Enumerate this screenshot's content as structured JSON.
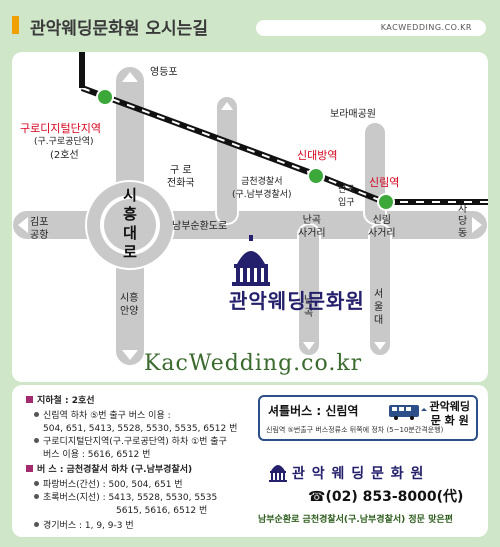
{
  "header": {
    "title": "관악웨딩문화원 오시는길",
    "site": "KACWEDDING.CO.KR"
  },
  "map": {
    "station_line2_west": "구로디지털단지역",
    "station_line2_west_old": "(구.구로공단역)",
    "station_line2_west_line": "(2호선",
    "youngdeungpo": "영등포",
    "boramae": "보라매공원",
    "sindaebang": "신대방역",
    "sillim_station": "신림역",
    "guro_jeonhwaguk": "구 로\n전화국",
    "geumcheon_police": "금천경찰서\n(구.남부경찰서)",
    "nangok_ipgu": "난곡\n입구",
    "sillim_label": "신림\n사거리",
    "nangok_crossroad": "난곡\n사거리",
    "nambusunhwan": "남부순환도로",
    "gimpo": "김포\n공항",
    "sadang": "사당동",
    "siheung_anyang": "시흥\n안양",
    "nangok_v": "난곡",
    "seoul_univ": "서울대",
    "siheung_daero": "시흥대로",
    "hall_name": "관악웨딩문화원",
    "site_url": "KacWedding.co.kr"
  },
  "info": {
    "subway_title": "지하철 : 2호선",
    "subway_1": "신림역 하차 ⑤번 출구  버스 이용 :",
    "subway_1_buses": "504, 651, 5413, 5528, 5530, 5535, 6512 번",
    "subway_2": "구로디지털단지역(구.구로공단역) 하차 ①번 출구",
    "subway_2_buses": "버스 이용 : 5616, 6512 번",
    "bus_title": "버    스 : 금천경찰서 하차 (구.남부경찰서)",
    "bus_blue": "파랑버스(간선) : 500, 504, 651 번",
    "bus_green": "초록버스(지선) : 5413, 5528, 5530, 5535",
    "bus_green_2": "5615, 5616, 6512 번",
    "bus_gyeonggi": "경기버스 : 1, 9, 9-3 번",
    "shuttle_title": "셔틀버스 : 신림역",
    "shuttle_dest": "관악웨딩\n문 화 원",
    "shuttle_note": "신림역 ⑤번출구 버스정류소 뒤쪽에 정차 (5~10분간격운행)",
    "hall_name": "관 악 웨 딩 문 화 원",
    "phone": "☎(02) 853-8000(代)",
    "address": "남부순환로 금천경찰서(구.남부경찰서) 정문 맞은편"
  },
  "colors": {
    "background": "#cfe6c9",
    "road": "#c9c9c9",
    "railway": "#111111",
    "station_marker": "#3da83a",
    "accent_red": "#d6001c",
    "hall_blue": "#24206b"
  }
}
